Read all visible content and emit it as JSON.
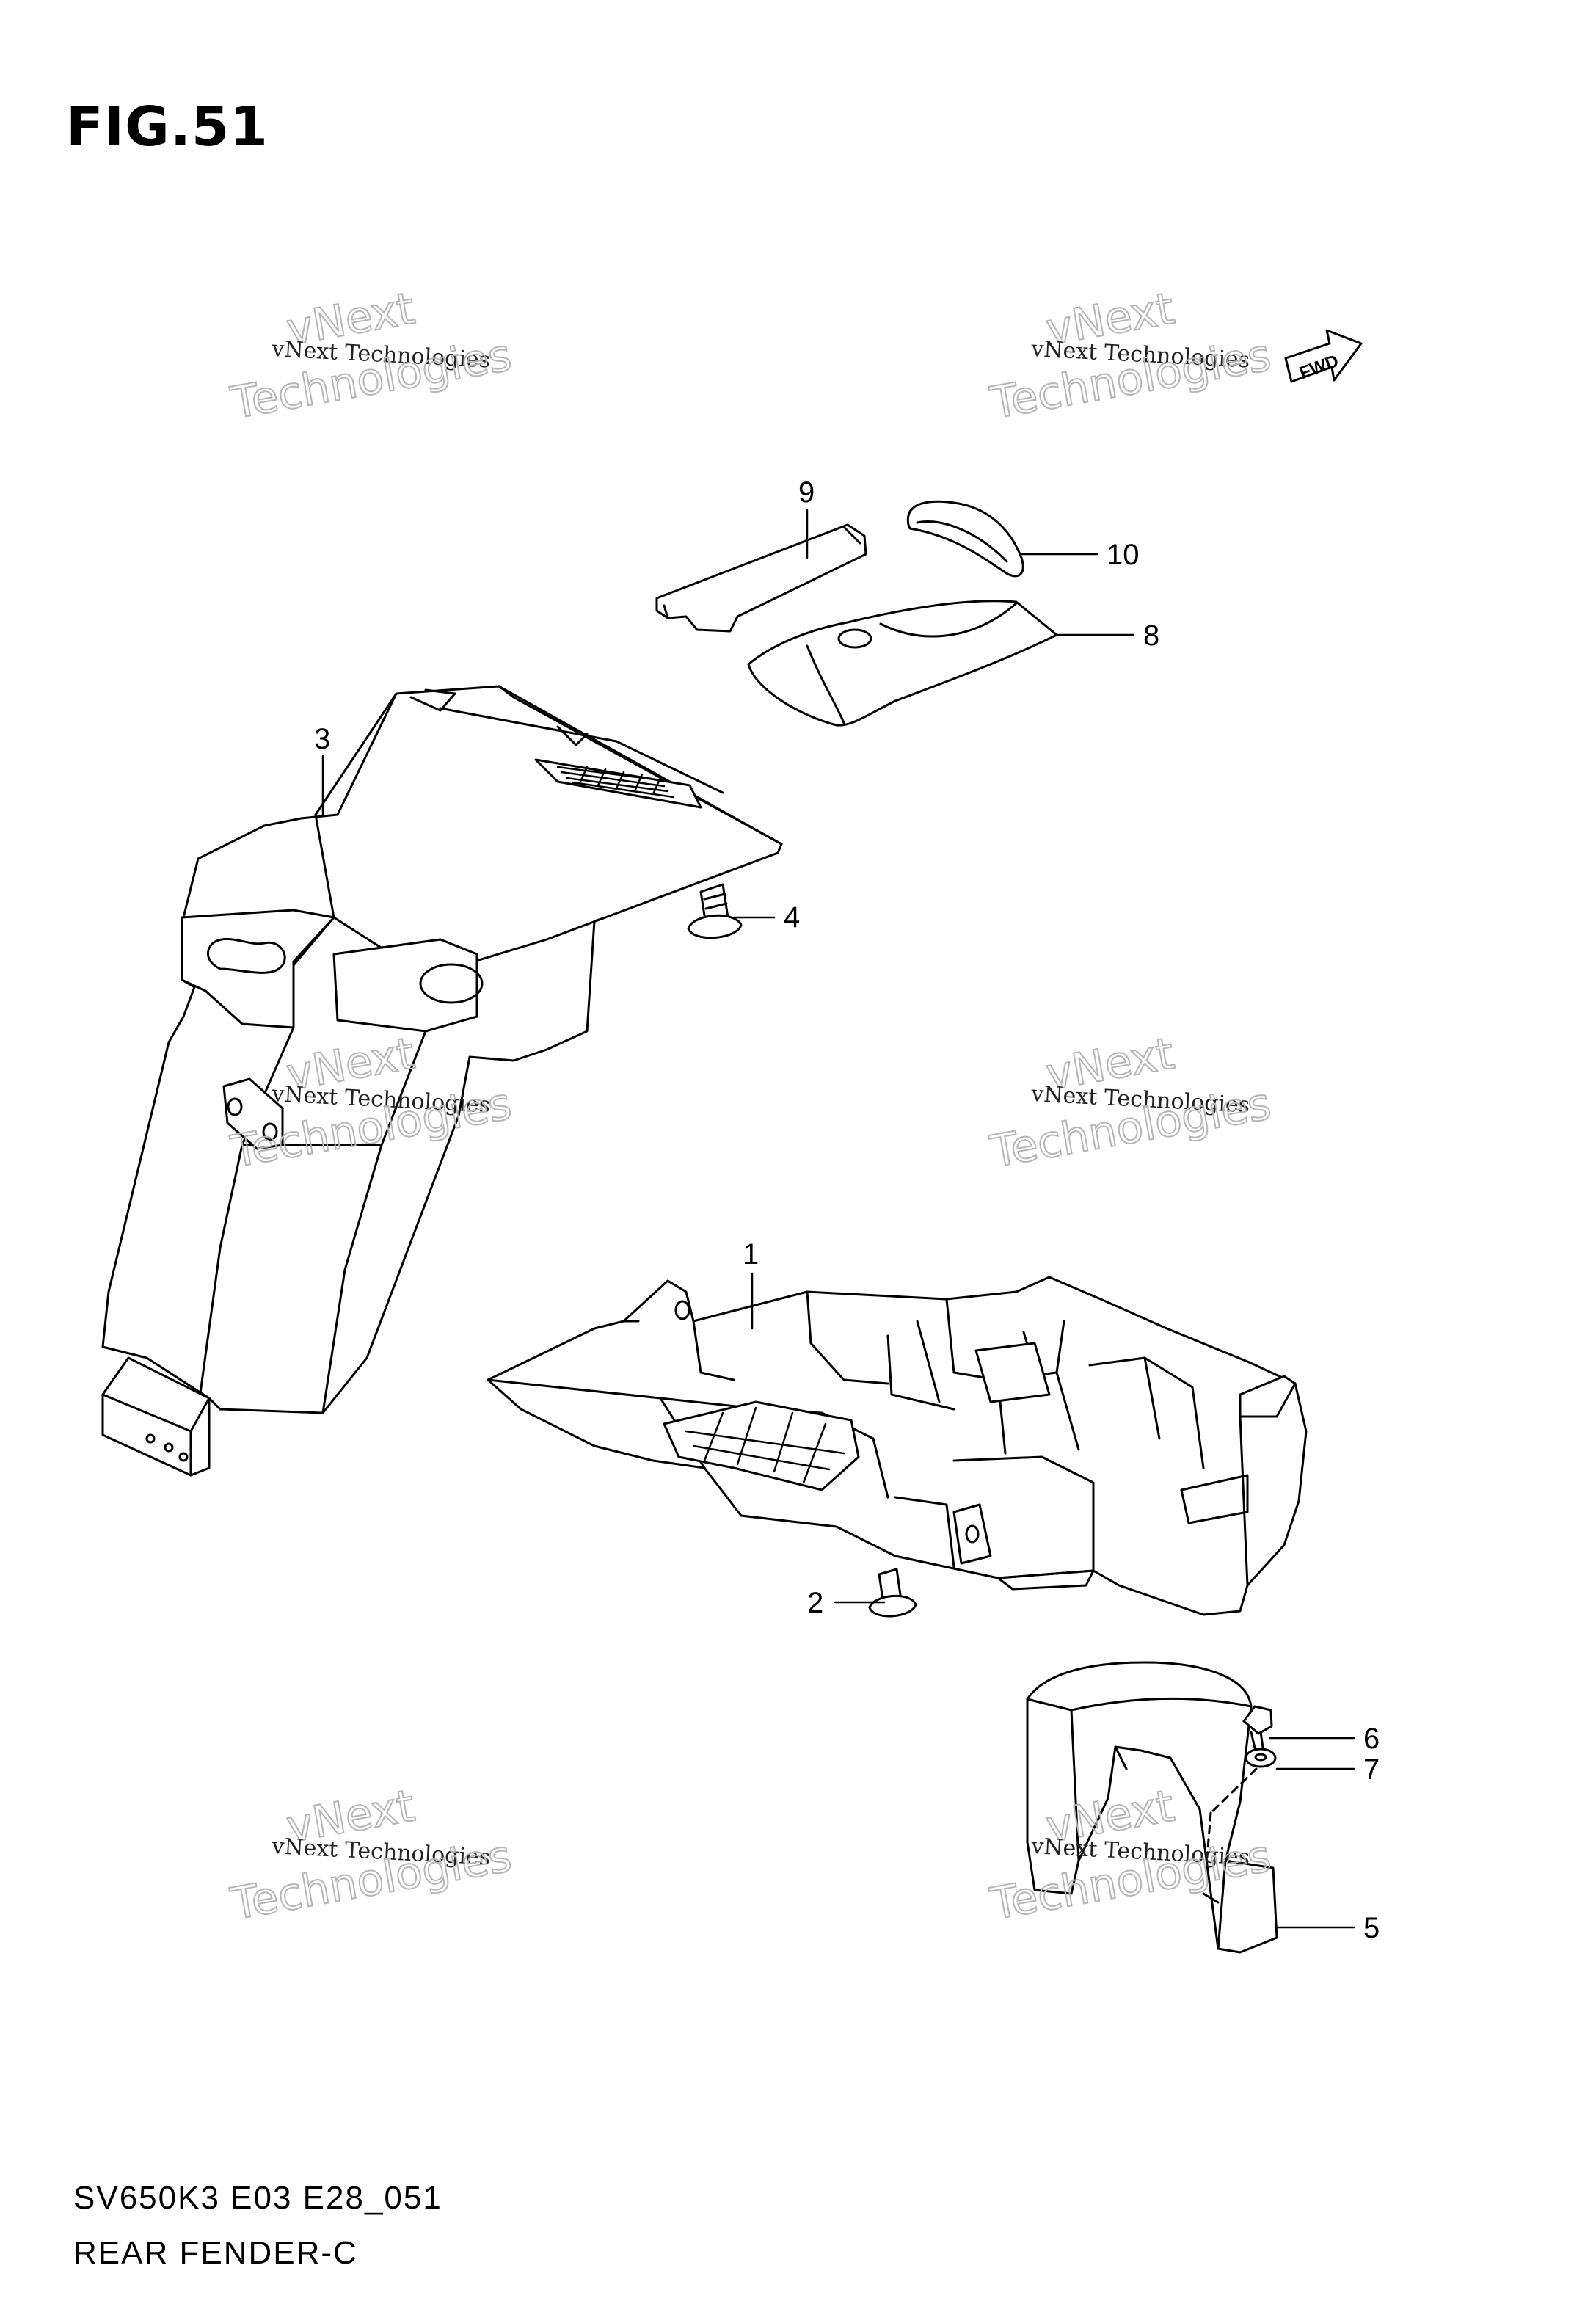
{
  "figure": {
    "title": "FIG.51",
    "model_code": "SV650K3 E03 E28_051",
    "diagram_name": "REAR FENDER-C",
    "fwd_label": "FWD"
  },
  "watermark": {
    "line_small": "vNext Technologies",
    "line_big_a": "vNext",
    "line_big_b": "Technologies"
  },
  "callouts": [
    "1",
    "2",
    "3",
    "4",
    "5",
    "6",
    "7",
    "8",
    "9",
    "10"
  ]
}
